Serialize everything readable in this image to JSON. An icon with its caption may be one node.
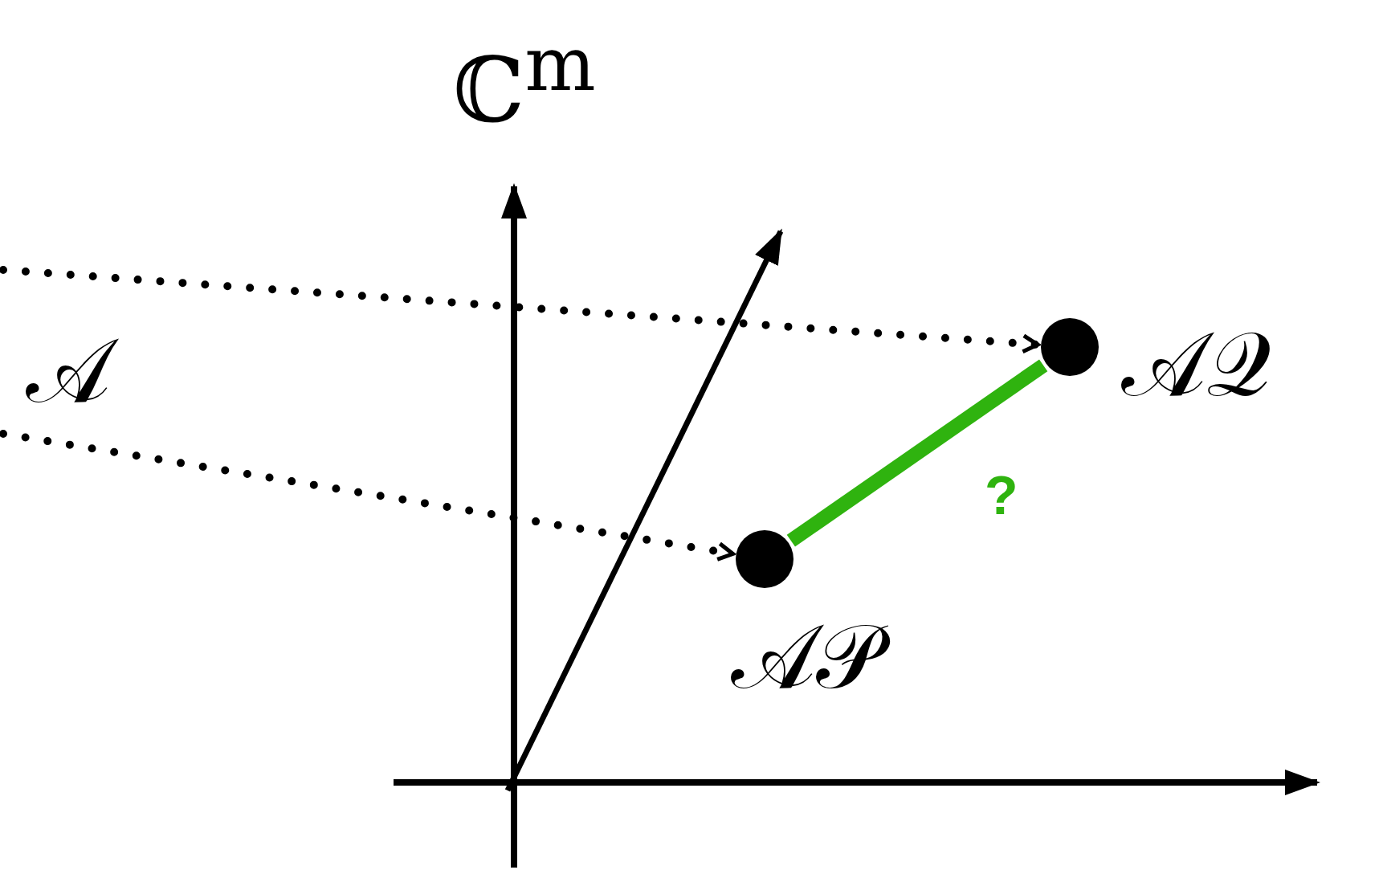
{
  "diagram": {
    "nodes": [
      {
        "text": [],
        "shape": "circle",
        "beside": [
          "𝒜𝒬"
        ]
      },
      {
        "text": [],
        "shape": "circle",
        "beside": [
          "𝒜𝒫"
        ]
      }
    ],
    "edges": [
      {
        "from": null,
        "to": 0,
        "arrow": "to",
        "style": "dashed"
      },
      {
        "from": null,
        "to": 1,
        "arrow": "to",
        "style": "dashed"
      },
      {
        "from": 1,
        "to": 0,
        "arrow": "none",
        "label": "?",
        "style": "thick",
        "color": "#2fb30f"
      }
    ],
    "labels": [
      "ℂ$^{m}$",
      "𝒜"
    ]
  }
}
